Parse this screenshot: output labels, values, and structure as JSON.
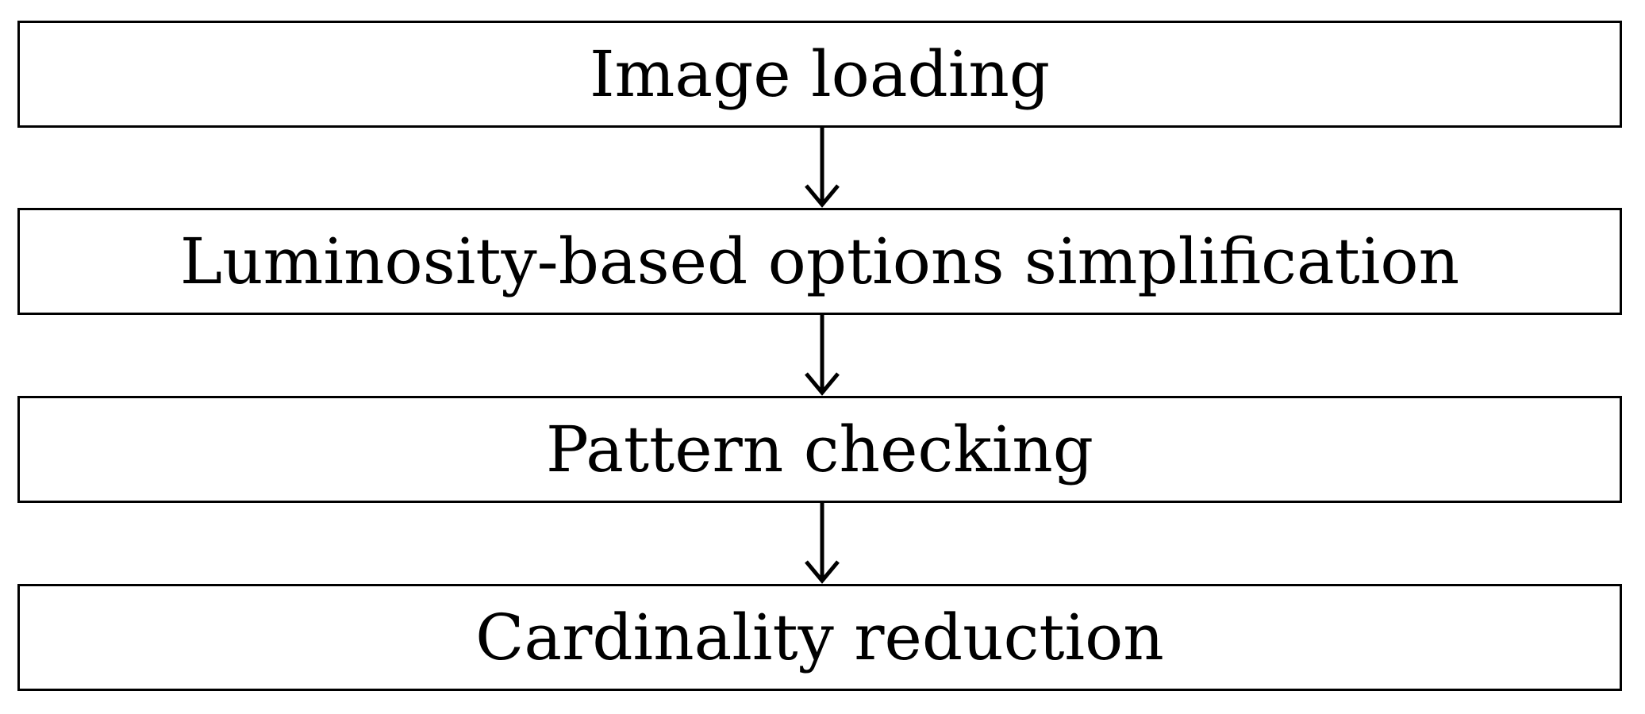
{
  "flowchart": {
    "steps": [
      {
        "label": "Image loading"
      },
      {
        "label": "Luminosity-based options simplification"
      },
      {
        "label": "Pattern checking"
      },
      {
        "label": "Cardinality reduction"
      }
    ]
  }
}
